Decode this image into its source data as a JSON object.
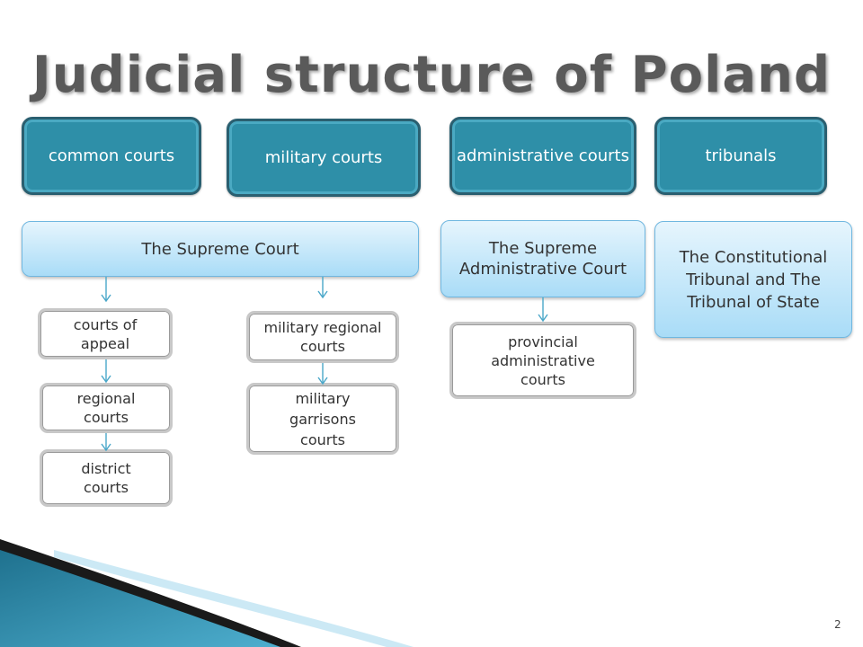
{
  "title": "Judicial structure of Poland",
  "categories": {
    "common": "common courts",
    "military": "military courts",
    "administrative": "administrative courts",
    "tribunals": "tribunals"
  },
  "top_courts": {
    "supreme": "The Supreme Court",
    "supreme_admin": "The Supreme Administrative Court",
    "constitutional": "The Constitutional Tribunal and The Tribunal of State"
  },
  "common_chain": {
    "appeal": "courts of appeal",
    "regional": "regional courts",
    "district": "district courts"
  },
  "military_chain": {
    "regional": "military regional courts",
    "garrisons": "military garrisons courts"
  },
  "admin_chain": {
    "provincial": "provincial administrative courts"
  },
  "page_number": "2",
  "colors": {
    "category_fill": "#2e8fa8",
    "top_fill": "#a9dcf7",
    "connector": "#4aa7c9"
  }
}
